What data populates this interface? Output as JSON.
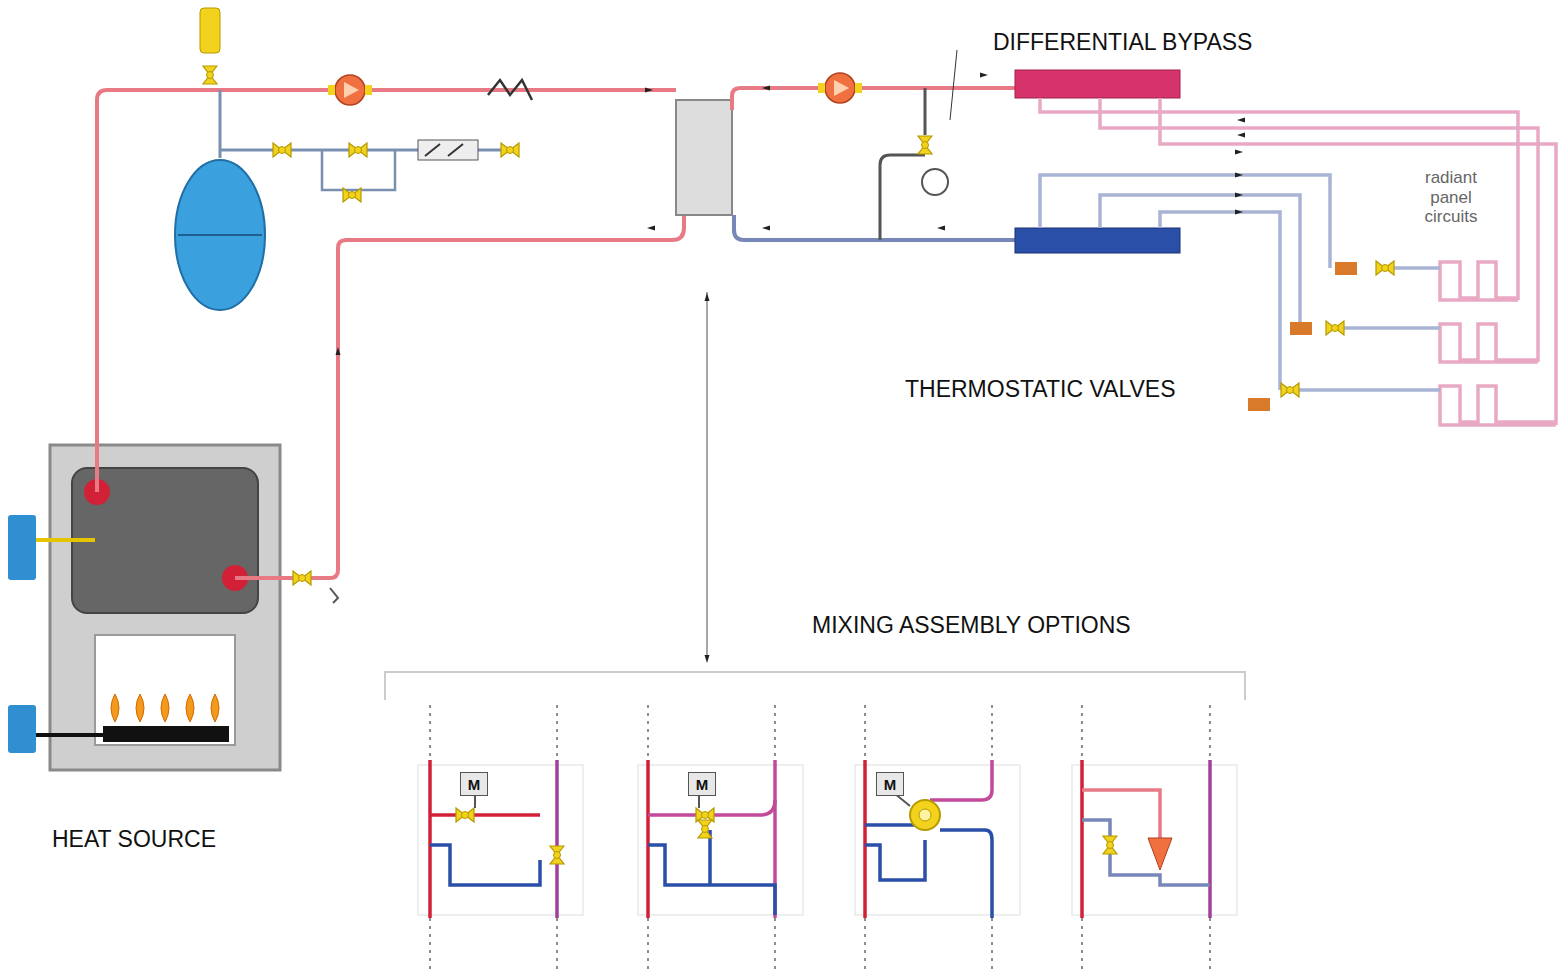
{
  "diagram": {
    "nodes": [
      {
        "text": [
          "M"
        ]
      },
      {
        "text": [
          "M"
        ]
      },
      {
        "text": [
          "M"
        ]
      }
    ],
    "labels": [
      "DIFFERENTIAL BYPASS",
      "radiant panel circuits",
      "THERMOSTATIC VALVES",
      "MIXING ASSEMBLY OPTIONS",
      "HEAT SOURCE"
    ]
  }
}
